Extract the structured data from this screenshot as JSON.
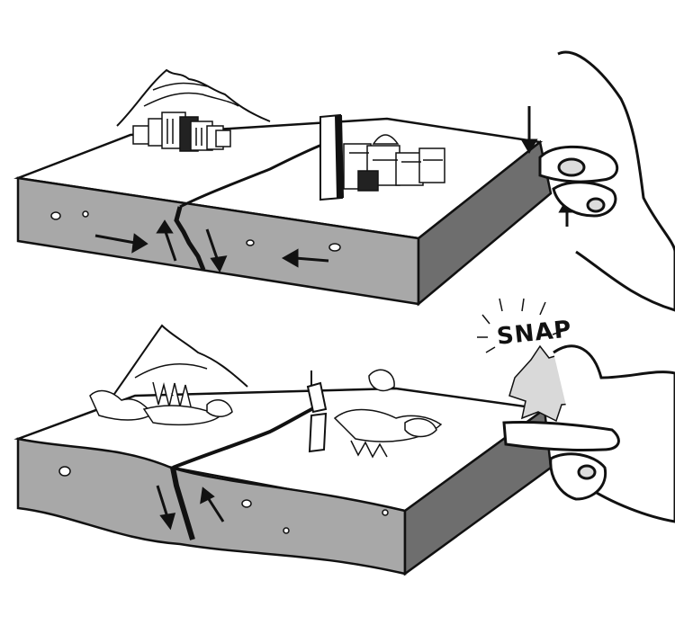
{
  "sound_effect": {
    "label": "SNAP"
  },
  "panels": [
    {
      "state": "before",
      "fault": "locked",
      "city": "intact"
    },
    {
      "state": "after",
      "fault": "ruptured",
      "city": "collapsed"
    }
  ],
  "colors": {
    "ink": "#111111",
    "ground_top": "#ffffff",
    "crust_front": "#a8a8a8",
    "crust_side": "#6e6e6e",
    "burst": "#d9d9d9"
  },
  "icons": [
    "mountain-icon",
    "city-icon",
    "tower-icon",
    "hand-icon",
    "arrow-icon",
    "fault-crack-icon"
  ]
}
